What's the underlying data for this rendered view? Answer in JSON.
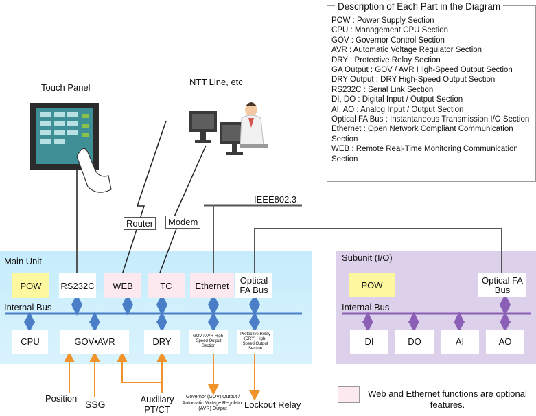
{
  "legend": {
    "title": "Description of Each Part in the Diagram",
    "lines": [
      "POW : Power Supply Section",
      "CPU : Management CPU Section",
      "GOV : Governor Control Section",
      "AVR : Automatic Voltage Regulator Section",
      "DRY : Protective Relay Section",
      "GA Output : GOV / AVR High-Speed Output Section",
      "DRY Output : DRY High-Speed Output Section",
      "RS232C : Serial Link Section",
      "DI, DO : Digital Input / Output Section",
      "AI, AO : Analog Input / Output Section",
      "Optical FA Bus : Instantaneous Transmission I/O Section",
      "Ethernet : Open Network Compliant Communication Section",
      "WEB : Remote Real-Time Monitoring Communication Section"
    ]
  },
  "top": {
    "touch_panel": "Touch Panel",
    "ntt_line": "NTT Line, etc",
    "router": "Router",
    "modem": "Modem",
    "ieee": "IEEE802.3"
  },
  "main_unit": {
    "title": "Main Unit",
    "internal_bus": "Internal Bus",
    "pow": "POW",
    "rs232c": "RS232C",
    "web": "WEB",
    "tc": "TC",
    "ethernet": "Ethernet",
    "optical": "Optical FA Bus",
    "cpu": "CPU",
    "gov_avr": "GOV•AVR",
    "dry": "DRY",
    "ga_output": "GOV / AVR High-Speed Output Section",
    "dry_output": "Protective Relay (DRY) High-Speed Output Section"
  },
  "subunit": {
    "title": "Subunit (I/O)",
    "internal_bus": "Internal Bus",
    "pow": "POW",
    "optical": "Optical FA Bus",
    "di": "DI",
    "do": "DO",
    "ai": "AI",
    "ao": "AO"
  },
  "bottom": {
    "position": "Position",
    "ssg": "SSG",
    "auxiliary": "Auxiliary PT/CT",
    "gov_avr_output": "Governor (GOV) Output / Automatic Voltage Regulator (AVR) Output",
    "lockout": "Lockout Relay",
    "note": "Web and Ethernet functions are optional features."
  },
  "colors": {
    "main_panel": "#cdeefa",
    "sub_panel": "#dcd0ea",
    "main_bus": "#4a7fc7",
    "sub_bus": "#8a5fb5",
    "orange": "#f0932b",
    "pow_yellow": "#fdf8a0",
    "optional_pink": "#fbe9ef"
  }
}
